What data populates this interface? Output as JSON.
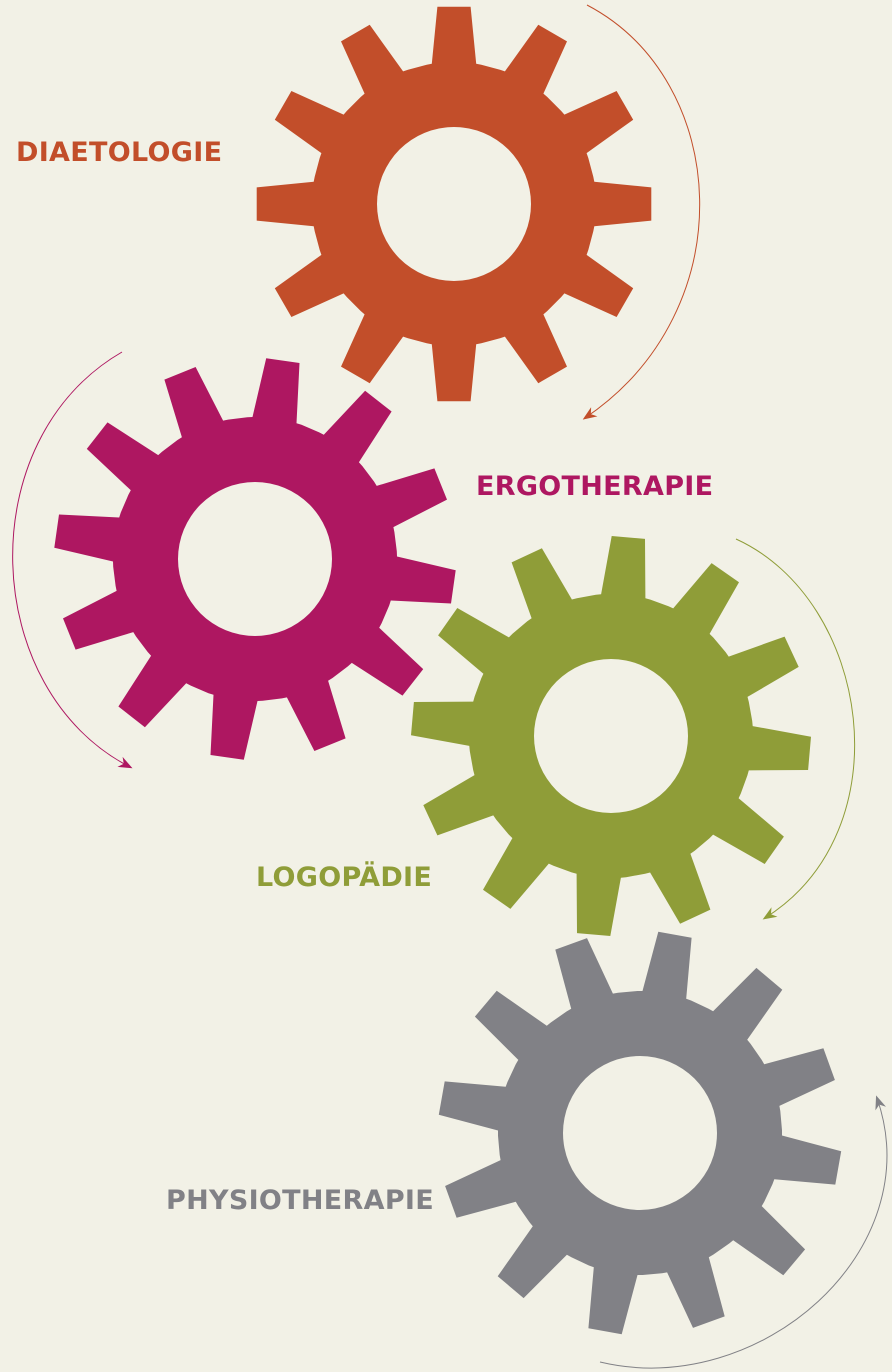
{
  "diagram": {
    "background_color": "#f2f1e6",
    "gears": [
      {
        "id": "diaetologie",
        "label": "DIAETOLOGIE",
        "color": "#c24e2a",
        "rotation_direction": "clockwise"
      },
      {
        "id": "ergotherapie",
        "label": "ERGOTHERAPIE",
        "color": "#ae1761",
        "rotation_direction": "counter-clockwise"
      },
      {
        "id": "logopaedie",
        "label": "LOGOPÄDIE",
        "color": "#8f9d38",
        "rotation_direction": "clockwise"
      },
      {
        "id": "physiotherapie",
        "label": "PHYSIOTHERAPIE",
        "color": "#818186",
        "rotation_direction": "counter-clockwise"
      }
    ]
  }
}
